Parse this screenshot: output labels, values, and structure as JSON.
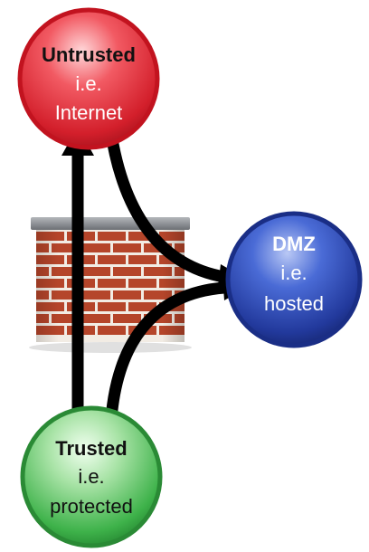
{
  "nodes": {
    "untrusted": {
      "title": "Untrusted",
      "line1": "i.e.",
      "line2": "Internet",
      "color": "#e8303a"
    },
    "dmz": {
      "title": "DMZ",
      "line1": "i.e.",
      "line2": "hosted",
      "color": "#2a4bb8"
    },
    "trusted": {
      "title": "Trusted",
      "line1": "i.e.",
      "line2": "protected",
      "color": "#3cb44a"
    }
  },
  "firewall": {
    "icon": "brick-wall-icon",
    "brick_color": "#b5452a",
    "mortar_color": "#f2ece4",
    "cap_color": "#8a8d92"
  },
  "arrow_color": "#000000"
}
